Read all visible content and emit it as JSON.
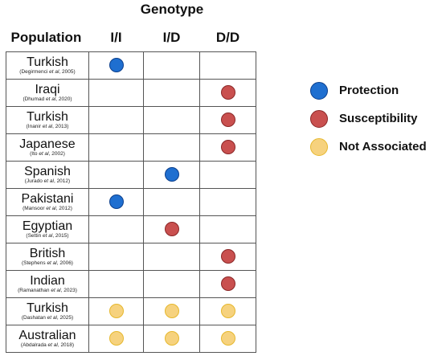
{
  "title": "Genotype",
  "header": {
    "population": "Population",
    "genotypes": [
      "I/I",
      "I/D",
      "D/D"
    ]
  },
  "colors": {
    "protection": {
      "fill": "#1F6FD0",
      "stroke": "#0C3F8C"
    },
    "susceptibility": {
      "fill": "#C9504F",
      "stroke": "#8B2727"
    },
    "not_associated": {
      "fill": "#F6D27E",
      "stroke": "#E6B82E"
    }
  },
  "rows": [
    {
      "population": "Turkish",
      "ref": "(Degirmenci et al, 2005)",
      "cells": [
        "protection",
        "",
        ""
      ]
    },
    {
      "population": "Iraqi",
      "ref": "(Dhumad et al, 2020)",
      "cells": [
        "",
        "",
        "susceptibility"
      ]
    },
    {
      "population": "Turkish",
      "ref": "(Inanir et al, 2013)",
      "cells": [
        "",
        "",
        "susceptibility"
      ]
    },
    {
      "population": "Japanese",
      "ref": "(Ito et al, 2002)",
      "cells": [
        "",
        "",
        "susceptibility"
      ]
    },
    {
      "population": "Spanish",
      "ref": "(Jurado et al, 2012)",
      "cells": [
        "",
        "protection",
        ""
      ]
    },
    {
      "population": "Pakistani",
      "ref": "(Mansoor et al, 2012)",
      "cells": [
        "protection",
        "",
        ""
      ]
    },
    {
      "population": "Egyptian",
      "ref": "(Settin et al, 2015)",
      "cells": [
        "",
        "susceptibility",
        ""
      ]
    },
    {
      "population": "British",
      "ref": "(Stephens et al, 2006)",
      "cells": [
        "",
        "",
        "susceptibility"
      ]
    },
    {
      "population": "Indian",
      "ref": "(Ramanathan et al,  2023)",
      "cells": [
        "",
        "",
        "susceptibility"
      ]
    },
    {
      "population": "Turkish",
      "ref": "(Dashatan et al, 2025)",
      "cells": [
        "not_associated",
        "not_associated",
        "not_associated"
      ]
    },
    {
      "population": "Australian",
      "ref": "(Abdalrada et al, 2018)",
      "cells": [
        "not_associated",
        "not_associated",
        "not_associated"
      ]
    }
  ],
  "legend": [
    {
      "key": "protection",
      "label": "Protection"
    },
    {
      "key": "susceptibility",
      "label": "Susceptibility"
    },
    {
      "key": "not_associated",
      "label": "Not Associated"
    }
  ]
}
